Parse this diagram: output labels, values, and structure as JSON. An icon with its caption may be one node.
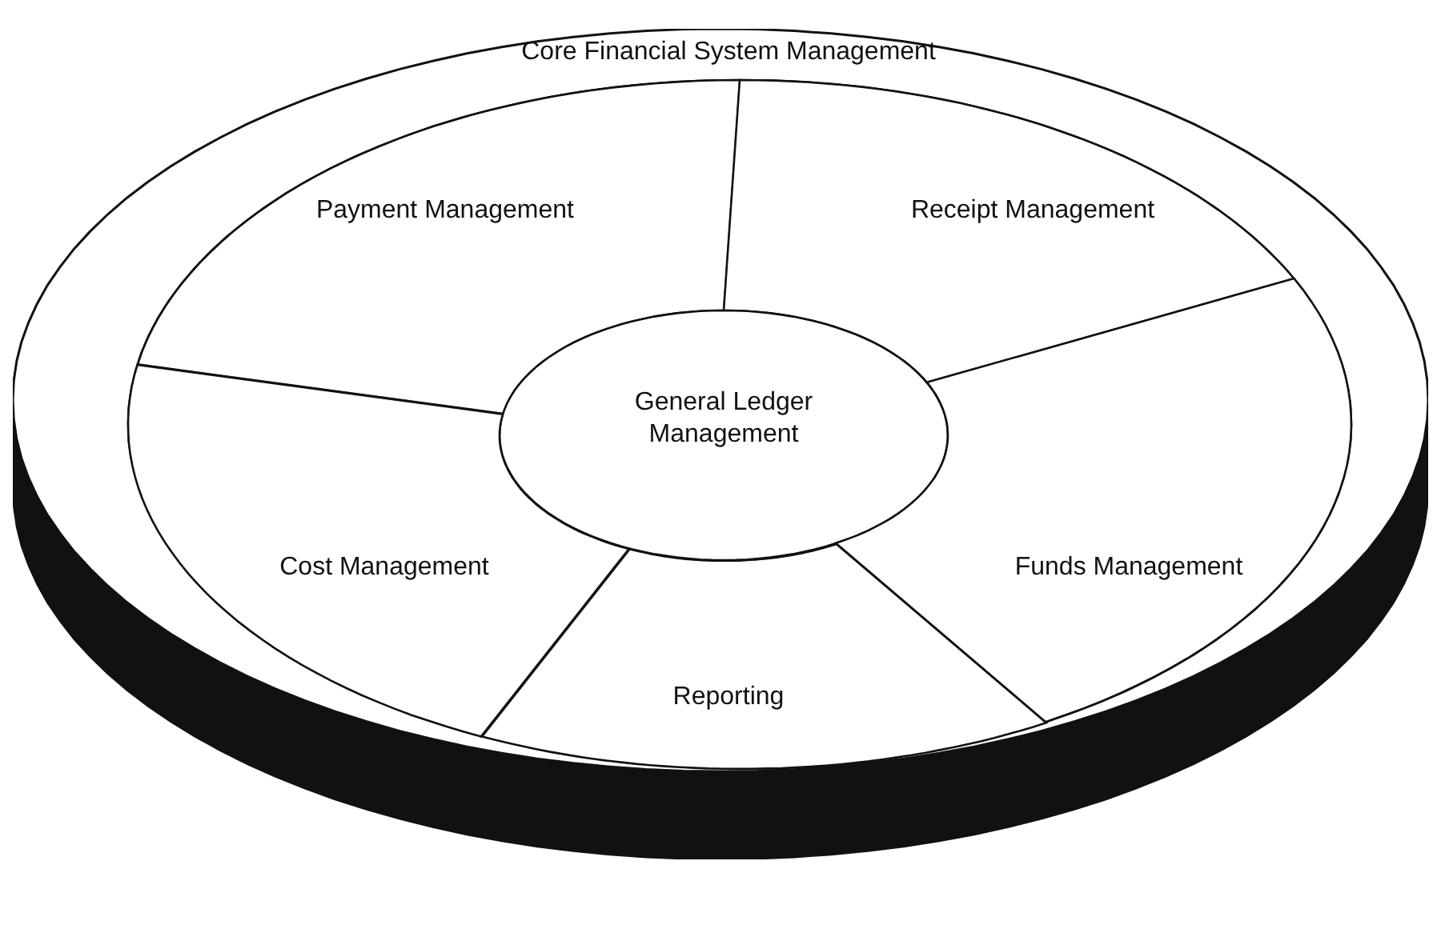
{
  "diagram": {
    "nodes": [
      {
        "text": [
          "Core Financial System Management"
        ]
      },
      {
        "text": [
          "Payment Management"
        ],
        "in": 0
      },
      {
        "text": [
          "Receipt Management"
        ],
        "in": 0
      },
      {
        "text": [
          "General Ledger Management"
        ],
        "in": 0
      },
      {
        "text": [
          "Cost Management"
        ],
        "in": 0
      },
      {
        "text": [
          "Funds Management"
        ],
        "in": 0
      },
      {
        "text": [
          "Reporting"
        ],
        "in": 0
      }
    ]
  }
}
